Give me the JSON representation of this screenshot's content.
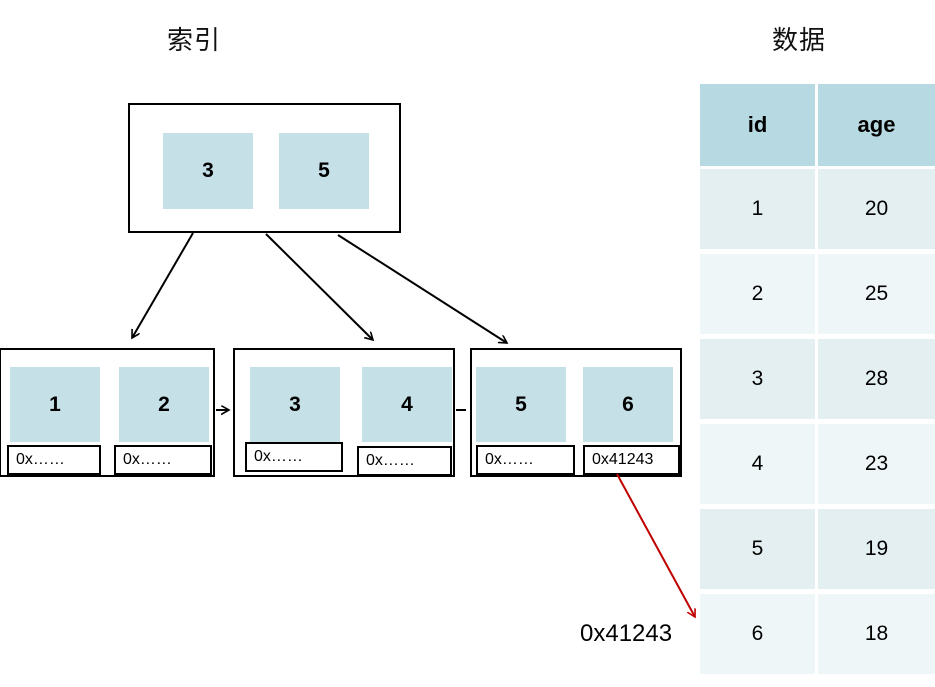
{
  "titles": {
    "index": "索引",
    "data": "数据"
  },
  "root": {
    "keys": [
      "3",
      "5"
    ]
  },
  "leaves": [
    {
      "cells": [
        {
          "key": "1",
          "ptr": "0x……"
        },
        {
          "key": "2",
          "ptr": "0x……"
        }
      ]
    },
    {
      "cells": [
        {
          "key": "3",
          "ptr": "0x……"
        },
        {
          "key": "4",
          "ptr": "0x……"
        }
      ]
    },
    {
      "cells": [
        {
          "key": "5",
          "ptr": "0x……"
        },
        {
          "key": "6",
          "ptr": "0x41243"
        }
      ]
    }
  ],
  "pointer_label": "0x41243",
  "table": {
    "headers": [
      "id",
      "age"
    ],
    "rows": [
      [
        "1",
        "20"
      ],
      [
        "2",
        "25"
      ],
      [
        "3",
        "28"
      ],
      [
        "4",
        "23"
      ],
      [
        "5",
        "19"
      ],
      [
        "6",
        "18"
      ]
    ]
  },
  "colors": {
    "key_cell_fill": "#c5e1e7",
    "table_header_fill": "#b7d9e1",
    "table_row_odd_fill": "#e4eff2",
    "table_row_even_fill": "#eff6f8",
    "tree_arrow": "#000000",
    "record_pointer_arrow": "#c00000"
  }
}
